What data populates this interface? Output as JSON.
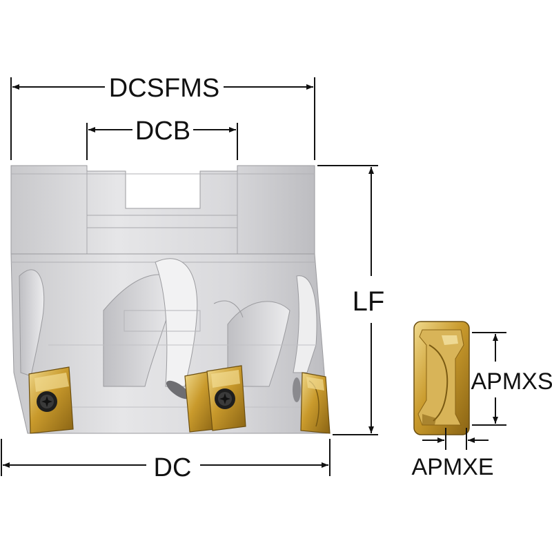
{
  "labels": {
    "dcsfms": "DCSFMS",
    "dcb": "DCB",
    "lf": "LF",
    "dc": "DC",
    "apmxs": "APMXS",
    "apmxe": "APMXE"
  },
  "colors": {
    "body_light": "#e4e4e6",
    "body_mid": "#cfcfd2",
    "body_dark": "#b4b4b8",
    "edge": "#8e8e92",
    "insert_gold": "#c79a2e",
    "insert_light": "#e9cf7a",
    "insert_dark": "#7a5a12",
    "screw": "#2a2a2a",
    "line": "#111111"
  }
}
